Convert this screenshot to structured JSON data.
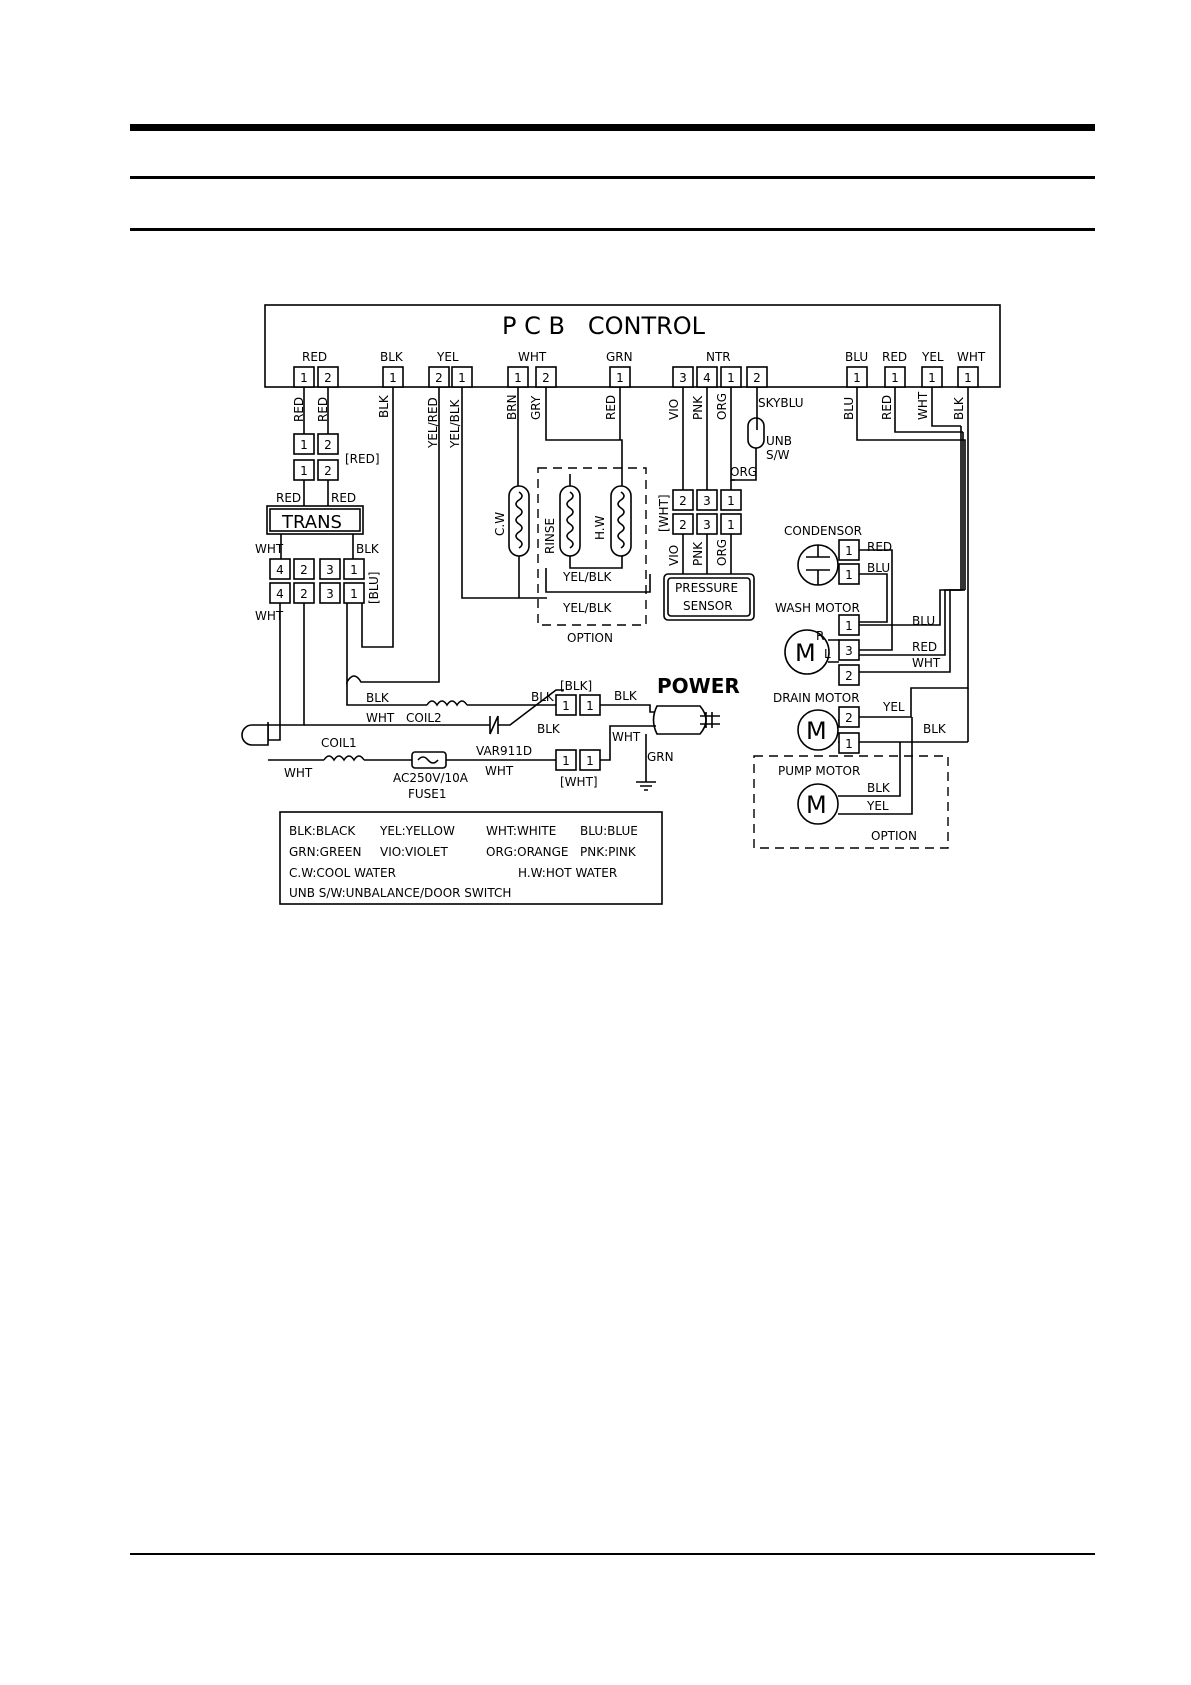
{
  "pcb": {
    "title": "P C B   CONTROL",
    "groups": [
      {
        "label": "RED",
        "pins": [
          "1",
          "2"
        ]
      },
      {
        "label": "BLK",
        "pins": [
          "1"
        ]
      },
      {
        "label": "YEL",
        "pins": [
          "2",
          "1"
        ]
      },
      {
        "label": "WHT",
        "pins": [
          "1",
          "2"
        ]
      },
      {
        "label": "GRN",
        "pins": [
          "1"
        ]
      },
      {
        "label": "NTR",
        "pins": [
          "3",
          "4",
          "1",
          "2"
        ]
      },
      {
        "label": "BLU",
        "pins": [
          "1"
        ]
      },
      {
        "label": "RED",
        "pins": [
          "1"
        ]
      },
      {
        "label": "YEL",
        "pins": [
          "1"
        ]
      },
      {
        "label": "WHT",
        "pins": [
          "1"
        ]
      }
    ],
    "wires_down": [
      "RED",
      "RED",
      "BLK",
      "YEL/RED",
      "YEL/BLK",
      "BRN",
      "GRY",
      "RED",
      "VIO",
      "PNK",
      "ORG",
      "BLU",
      "RED",
      "WHT",
      "BLK"
    ]
  },
  "red_connector": {
    "label": "[RED]",
    "pins": [
      "1",
      "2"
    ]
  },
  "trans": {
    "label": "TRANS",
    "wire_in_left": "RED",
    "wire_in_right": "RED",
    "wht": "WHT",
    "blk": "BLK",
    "blu_tag": "[BLU]",
    "pins": [
      "4",
      "2",
      "3",
      "1"
    ],
    "wht_out": "WHT"
  },
  "valves": {
    "cw": "C.W",
    "rinse": "RINSE",
    "hw": "H.W",
    "yelblk_1": "YEL/BLK",
    "yelblk_2": "YEL/BLK",
    "option": "OPTION"
  },
  "unb": {
    "skyblu": "SKYBLU",
    "label1": "UNB",
    "label2": "S/W",
    "org": "ORG"
  },
  "pressure": {
    "tag": "[WHT]",
    "pins": [
      "2",
      "3",
      "1"
    ],
    "wires": [
      "VIO",
      "PNK",
      "ORG"
    ],
    "label1": "PRESSURE",
    "label2": "SENSOR"
  },
  "condensor": {
    "label": "CONDENSOR",
    "red": "RED",
    "blu": "BLU",
    "pins": [
      "1",
      "1"
    ]
  },
  "wash_motor": {
    "label": "WASH MOTOR",
    "m": "M",
    "r": "R",
    "l": "L",
    "pins": [
      "1",
      "3",
      "2"
    ],
    "blu": "BLU",
    "red": "RED",
    "wht": "WHT"
  },
  "drain_motor": {
    "label": "DRAIN MOTOR",
    "m": "M",
    "pins": [
      "2",
      "1"
    ],
    "yel": "YEL",
    "blk": "BLK"
  },
  "pump_motor": {
    "label": "PUMP MOTOR",
    "m": "M",
    "blk": "BLK",
    "yel": "YEL",
    "option": "OPTION"
  },
  "power": {
    "label": "POWER",
    "blk_tag": "[BLK]",
    "wht_tag": "[WHT]",
    "pins": [
      "1",
      "1"
    ]
  },
  "circuit": {
    "blk1": "BLK",
    "wht1": "WHT",
    "coil2": "COIL2",
    "blk_mid": "BLK",
    "blk_sw": "BLK",
    "blk_out": "BLK",
    "coil1": "COIL1",
    "wht_left": "WHT",
    "fuse_rating": "AC250V/10A",
    "fuse_name": "FUSE1",
    "var": "VAR911D",
    "wht_var": "WHT",
    "wht_plug": "WHT",
    "grn": "GRN"
  },
  "legend": {
    "rows": [
      [
        "BLK:BLACK",
        "YEL:YELLOW",
        "WHT:WHITE",
        "BLU:BLUE"
      ],
      [
        "GRN:GREEN",
        "VIO:VIOLET",
        "ORG:ORANGE",
        "PNK:PINK"
      ],
      [
        "C.W:COOL WATER",
        "H.W:HOT WATER"
      ],
      [
        "UNB S/W:UNBALANCE/DOOR SWITCH"
      ]
    ]
  }
}
